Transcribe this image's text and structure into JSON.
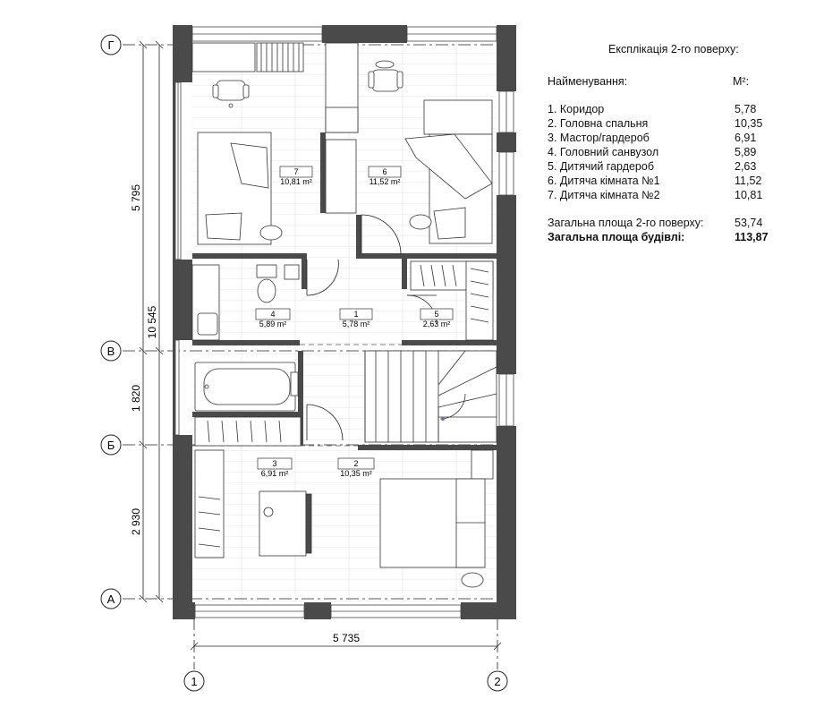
{
  "legend": {
    "title": "Експлікація 2-го поверху:",
    "header_name": "Найменування:",
    "header_unit": "М²:",
    "rooms": [
      {
        "label": "1. Коридор",
        "area": "5,78"
      },
      {
        "label": "2. Головна спальня",
        "area": "10,35"
      },
      {
        "label": "3. Мастор/гардероб",
        "area": "6,91"
      },
      {
        "label": "4. Головний санвузол",
        "area": "5,89"
      },
      {
        "label": "5. Дитячий гардероб",
        "area": "2,63"
      },
      {
        "label": "6. Дитяча кімната №1",
        "area": "11,52"
      },
      {
        "label": "7. Дитяча кімната №2",
        "area": "10,81"
      }
    ],
    "floor_total_label": "Загальна площа 2-го поверху:",
    "floor_total_value": "53,74",
    "building_total_label": "Загальна площа будівлі:",
    "building_total_value": "113,87"
  },
  "plan": {
    "axes_rows": [
      "Г",
      "В",
      "Б",
      "А"
    ],
    "axes_cols": [
      "1",
      "2"
    ],
    "dims": {
      "overall_width": "5 735",
      "overall_height": "10 545",
      "seg_g_v": "5 795",
      "seg_v_b": "1 820",
      "seg_b_a": "2 930"
    },
    "room_tags": [
      {
        "num": "7",
        "area": "10,81 m²"
      },
      {
        "num": "6",
        "area": "11,52 m²"
      },
      {
        "num": "4",
        "area": "5,89 m²"
      },
      {
        "num": "1",
        "area": "5,78 m²"
      },
      {
        "num": "5",
        "area": "2,63 m²"
      },
      {
        "num": "3",
        "area": "6,91 m²"
      },
      {
        "num": "2",
        "area": "10,35 m²"
      }
    ],
    "colors": {
      "wall": "#4a4a4a",
      "line": "#222222",
      "floor_line": "#e6e6e6"
    }
  }
}
